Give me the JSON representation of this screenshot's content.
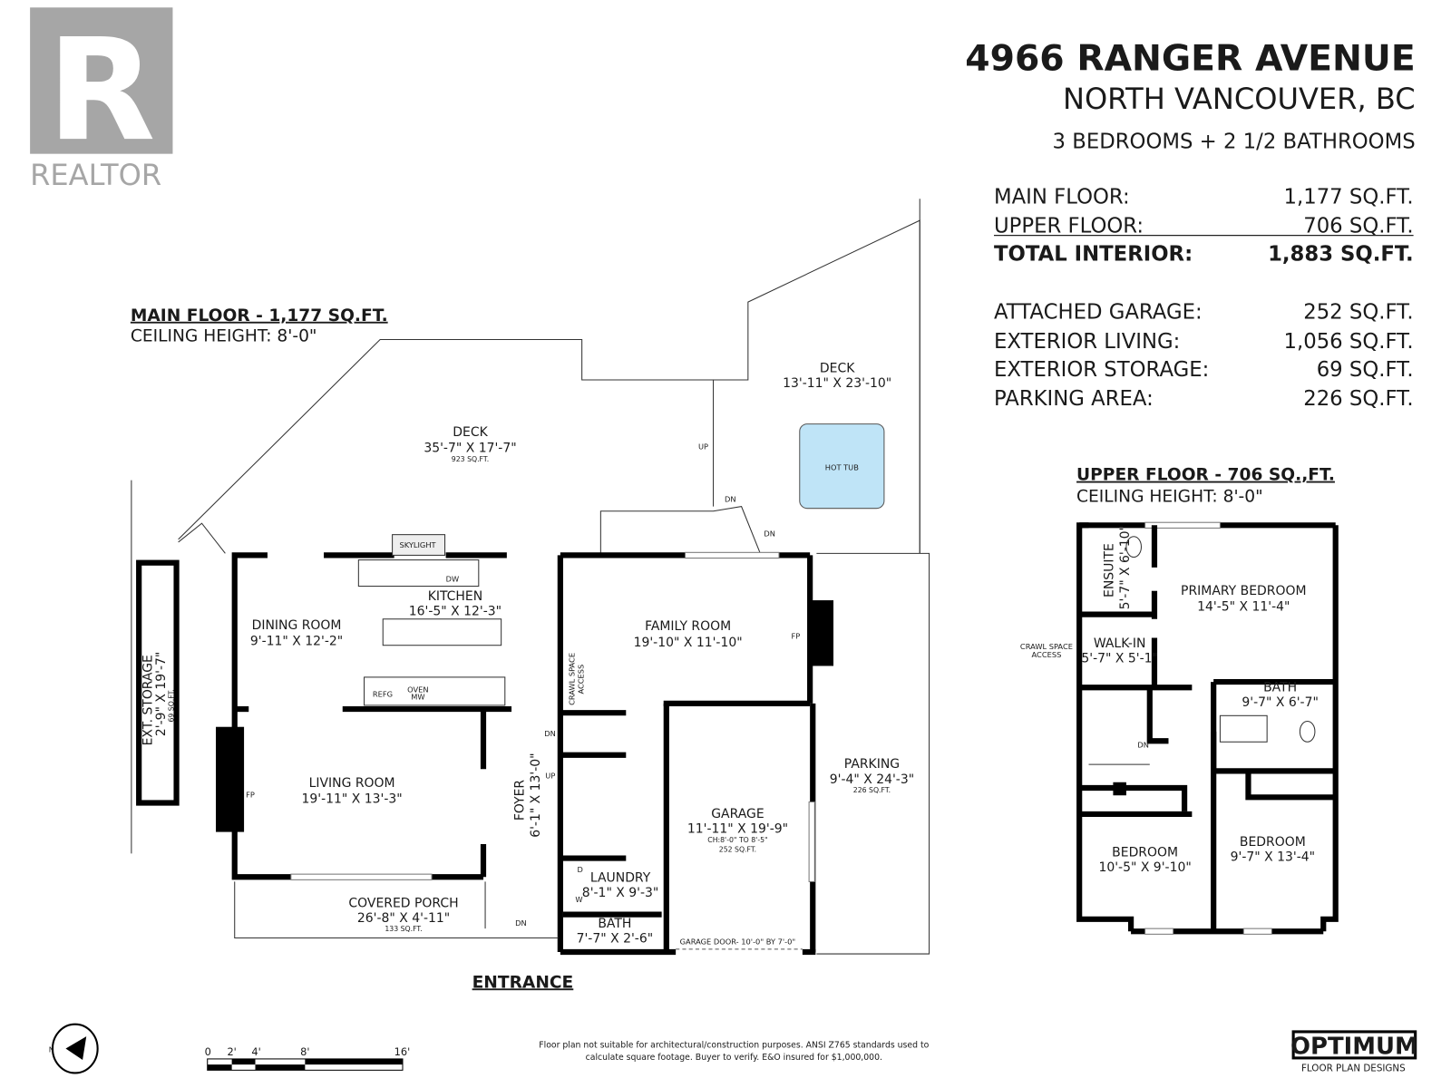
{
  "logo": {
    "brand": "REALTOR",
    "mark": "R",
    "color": "#a6a6a6"
  },
  "header": {
    "address": "4966 RANGER AVENUE",
    "city": "NORTH VANCOUVER, BC",
    "rooms": "3 BEDROOMS + 2 1/2 BATHROOMS"
  },
  "summary": {
    "interior": [
      {
        "label": "MAIN FLOOR:",
        "value": "1,177 SQ.FT."
      },
      {
        "label": "UPPER FLOOR:",
        "value": "706 SQ.FT."
      },
      {
        "label": "TOTAL INTERIOR:",
        "value": "1,883 SQ.FT."
      }
    ],
    "other": [
      {
        "label": "ATTACHED GARAGE:",
        "value": "252 SQ.FT."
      },
      {
        "label": "EXTERIOR LIVING:",
        "value": "1,056 SQ.FT."
      },
      {
        "label": "EXTERIOR STORAGE:",
        "value": "69 SQ.FT."
      },
      {
        "label": "PARKING AREA:",
        "value": "226 SQ.FT."
      }
    ]
  },
  "main_floor": {
    "heading": "MAIN FLOOR - 1,177 SQ.FT.",
    "ceiling": "CEILING HEIGHT: 8'-0\"",
    "rooms": {
      "deck1": {
        "name": "DECK",
        "dims": "35'-7\" X 17'-7\"",
        "area": "923 SQ.FT."
      },
      "deck2": {
        "name": "DECK",
        "dims": "13'-11\" X 23'-10\""
      },
      "hot_tub": "HOT TUB",
      "kitchen": {
        "name": "KITCHEN",
        "dims": "16'-5\" X 12'-3\""
      },
      "dining": {
        "name": "DINING ROOM",
        "dims": "9'-11\" X 12'-2\""
      },
      "living": {
        "name": "LIVING ROOM",
        "dims": "19'-11\" X 13'-3\""
      },
      "family": {
        "name": "FAMILY ROOM",
        "dims": "19'-10\" X 11'-10\""
      },
      "foyer": {
        "name": "FOYER",
        "dims": "6'-1\" X 13'-0\""
      },
      "garage": {
        "name": "GARAGE",
        "dims": "11'-11\" X 19'-9\"",
        "ceiling": "CH:8'-0\" TO 8'-5\"",
        "area": "252 SQ.FT."
      },
      "parking": {
        "name": "PARKING",
        "dims": "9'-4\" X 24'-3\"",
        "area": "226 SQ.FT."
      },
      "laundry": {
        "name": "LAUNDRY",
        "dims": "8'-1\" X 9'-3\""
      },
      "bath": {
        "name": "BATH",
        "dims": "7'-7\" X 2'-6\""
      },
      "porch": {
        "name": "COVERED PORCH",
        "dims": "26'-8\" X 4'-11\"",
        "area": "133 SQ.FT."
      },
      "ext_storage": {
        "name": "EXT. STORAGE",
        "dims": "2'-9\" X 19'-7\"",
        "area": "69 SQ.FT."
      }
    },
    "fixtures": {
      "skylight": "SKYLIGHT",
      "dw": "DW",
      "refg": "REFG",
      "oven": "OVEN",
      "mw": "MW",
      "fp": "FP",
      "crawl": "CRAWL SPACE",
      "access": "ACCESS",
      "d": "D",
      "w": "W",
      "up": "UP",
      "dn": "DN",
      "garage_door": "GARAGE DOOR- 10'-0\" BY 7'-0\""
    },
    "entrance": "ENTRANCE"
  },
  "upper_floor": {
    "heading": "UPPER FLOOR - 706 SQ.,FT.",
    "ceiling": "CEILING HEIGHT: 8'-0\"",
    "crawl": [
      "CRAWL SPACE",
      "ACCESS"
    ],
    "rooms": {
      "ensuite": {
        "name": "ENSUITE",
        "dims": "5'-7\" X 6'-10\""
      },
      "primary": {
        "name": "PRIMARY BEDROOM",
        "dims": "14'-5\" X 11'-4\""
      },
      "walkin": {
        "name": "WALK-IN",
        "dims": "5'-7\" X 5'-1\""
      },
      "bath": {
        "name": "BATH",
        "dims": "9'-7\" X 6'-7\""
      },
      "bed1": {
        "name": "BEDROOM",
        "dims": "10'-5\" X 9'-10\""
      },
      "bed2": {
        "name": "BEDROOM",
        "dims": "9'-7\" X 13'-4\""
      },
      "dn": "DN"
    }
  },
  "footer": {
    "north": "N",
    "scale": [
      "0",
      "2'",
      "4'",
      "8'",
      "16'"
    ],
    "disclaimer": [
      "Floor plan not suitable for architectural/construction purposes. ANSI Z765 standards used to",
      "calculate square footage. Buyer to verify. E&O insured for $1,000,000."
    ],
    "brand": "OPTIMUM",
    "brand_sub": "FLOOR PLAN DESIGNS"
  }
}
